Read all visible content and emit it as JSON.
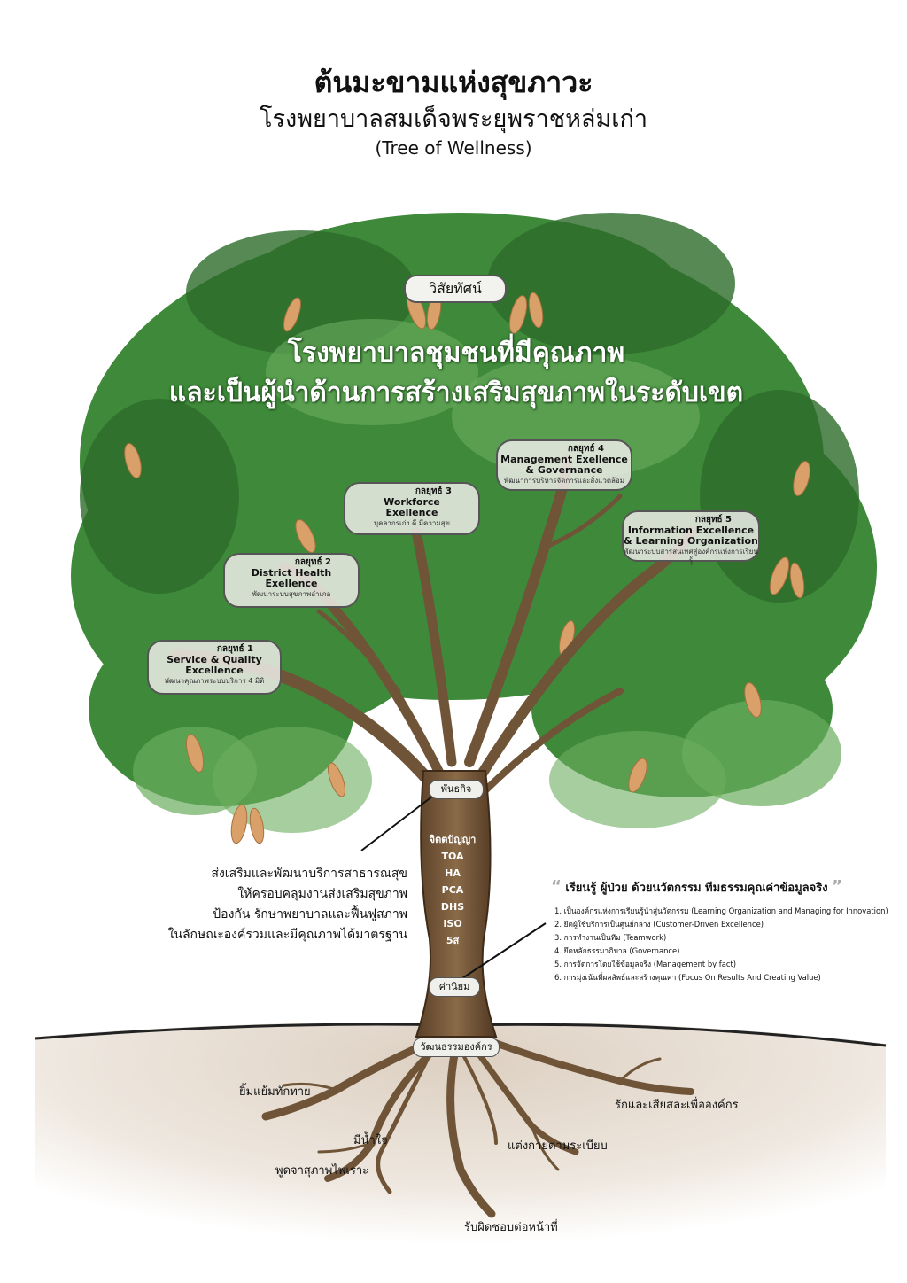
{
  "header": {
    "title": "ต้นมะขามแห่งสุขภาวะ",
    "subtitle": "โรงพยาบาลสมเด็จพระยุพราชหล่มเก่า",
    "subtitle_en": "(Tree of Wellness)"
  },
  "vision": {
    "label": "วิสัยทัศน์",
    "line1": "โรงพยาบาลชุมชนที่มีคุณภาพ",
    "line2": "และเป็นผู้นำด้านการสร้างเสริมสุขภาพในระดับเขต"
  },
  "strategies": [
    {
      "num": "กลยุทธ์ 1",
      "name1": "Service & Quality",
      "name2": "Excellence",
      "desc": "พัฒนาคุณภาพระบบบริการ 4 มิติ"
    },
    {
      "num": "กลยุทธ์ 2",
      "name1": "District Health",
      "name2": "Exellence",
      "desc": "พัฒนาระบบสุขภาพอำเภอ"
    },
    {
      "num": "กลยุทธ์ 3",
      "name1": "Workforce",
      "name2": "Exellence",
      "desc": "บุคลากรเก่ง ดี มีความสุข"
    },
    {
      "num": "กลยุทธ์ 4",
      "name1": "Management Exellence",
      "name2": "& Governance",
      "desc": "พัฒนาการบริหารจัดการและสิ่งแวดล้อม"
    },
    {
      "num": "กลยุทธ์ 5",
      "name1": "Information Excellence",
      "name2": "& Learning Organization",
      "desc": "พัฒนาระบบสารสนเทศสู่องค์กรแห่งการเรียนรู้"
    }
  ],
  "trunk": {
    "mission_tag": "พันธกิจ",
    "values_tag": "ค่านิยม",
    "culture_tag": "วัฒนธรรมองค์กร",
    "items": [
      "จิตตปัญญา",
      "TOA",
      "HA",
      "PCA",
      "DHS",
      "ISO",
      "5ส"
    ]
  },
  "mission_text": [
    "ส่งเสริมและพัฒนาบริการสาธารณสุข",
    "ให้ครอบคลุมงานส่งเสริมสุขภาพ",
    "ป้องกัน รักษาพยาบาลและฟื้นฟูสภาพ",
    "ในลักษณะองค์รวมและมีคุณภาพได้มาตรฐาน"
  ],
  "values": {
    "open_quote": "“",
    "close_quote": "”",
    "headline": "เรียนรู้ ผู้ป่วย ด้วยนวัตกรรม ทีมธรรมคุณค่าข้อมูลจริง",
    "items": [
      "1. เป็นองค์กรแห่งการเรียนรู้นำสู่นวัตกรรม (Learning Organization and Managing for Innovation)",
      "2. ยึดผู้ใช้บริการเป็นศูนย์กลาง (Customer-Driven Excellence)",
      "3. การทำงานเป็นทีม (Teamwork)",
      "4. ยึดหลักธรรมาภิบาล (Governance)",
      "5. การจัดการโดยใช้ข้อมูลจริง (Management by fact)",
      "6. การมุ่งเน้นที่ผลลัพธ์และสร้างคุณค่า (Focus On Results And Creating Value)"
    ]
  },
  "roots": [
    "ยิ้มแย้มทักทาย",
    "มีน้ำใจ",
    "พูดจาสุภาพไพเราะ",
    "แต่งกายตามระเบียบ",
    "รับผิดชอบต่อหน้าที่",
    "รักและเสียสละเพื่อองค์กร"
  ],
  "colors": {
    "foliage": "#3f8a3a",
    "foliage_dark": "#2d6c2b",
    "foliage_light": "#6aad5e",
    "pod": "#d9a06a",
    "trunk": "#6f5437",
    "ground": "#e7ddd1"
  }
}
